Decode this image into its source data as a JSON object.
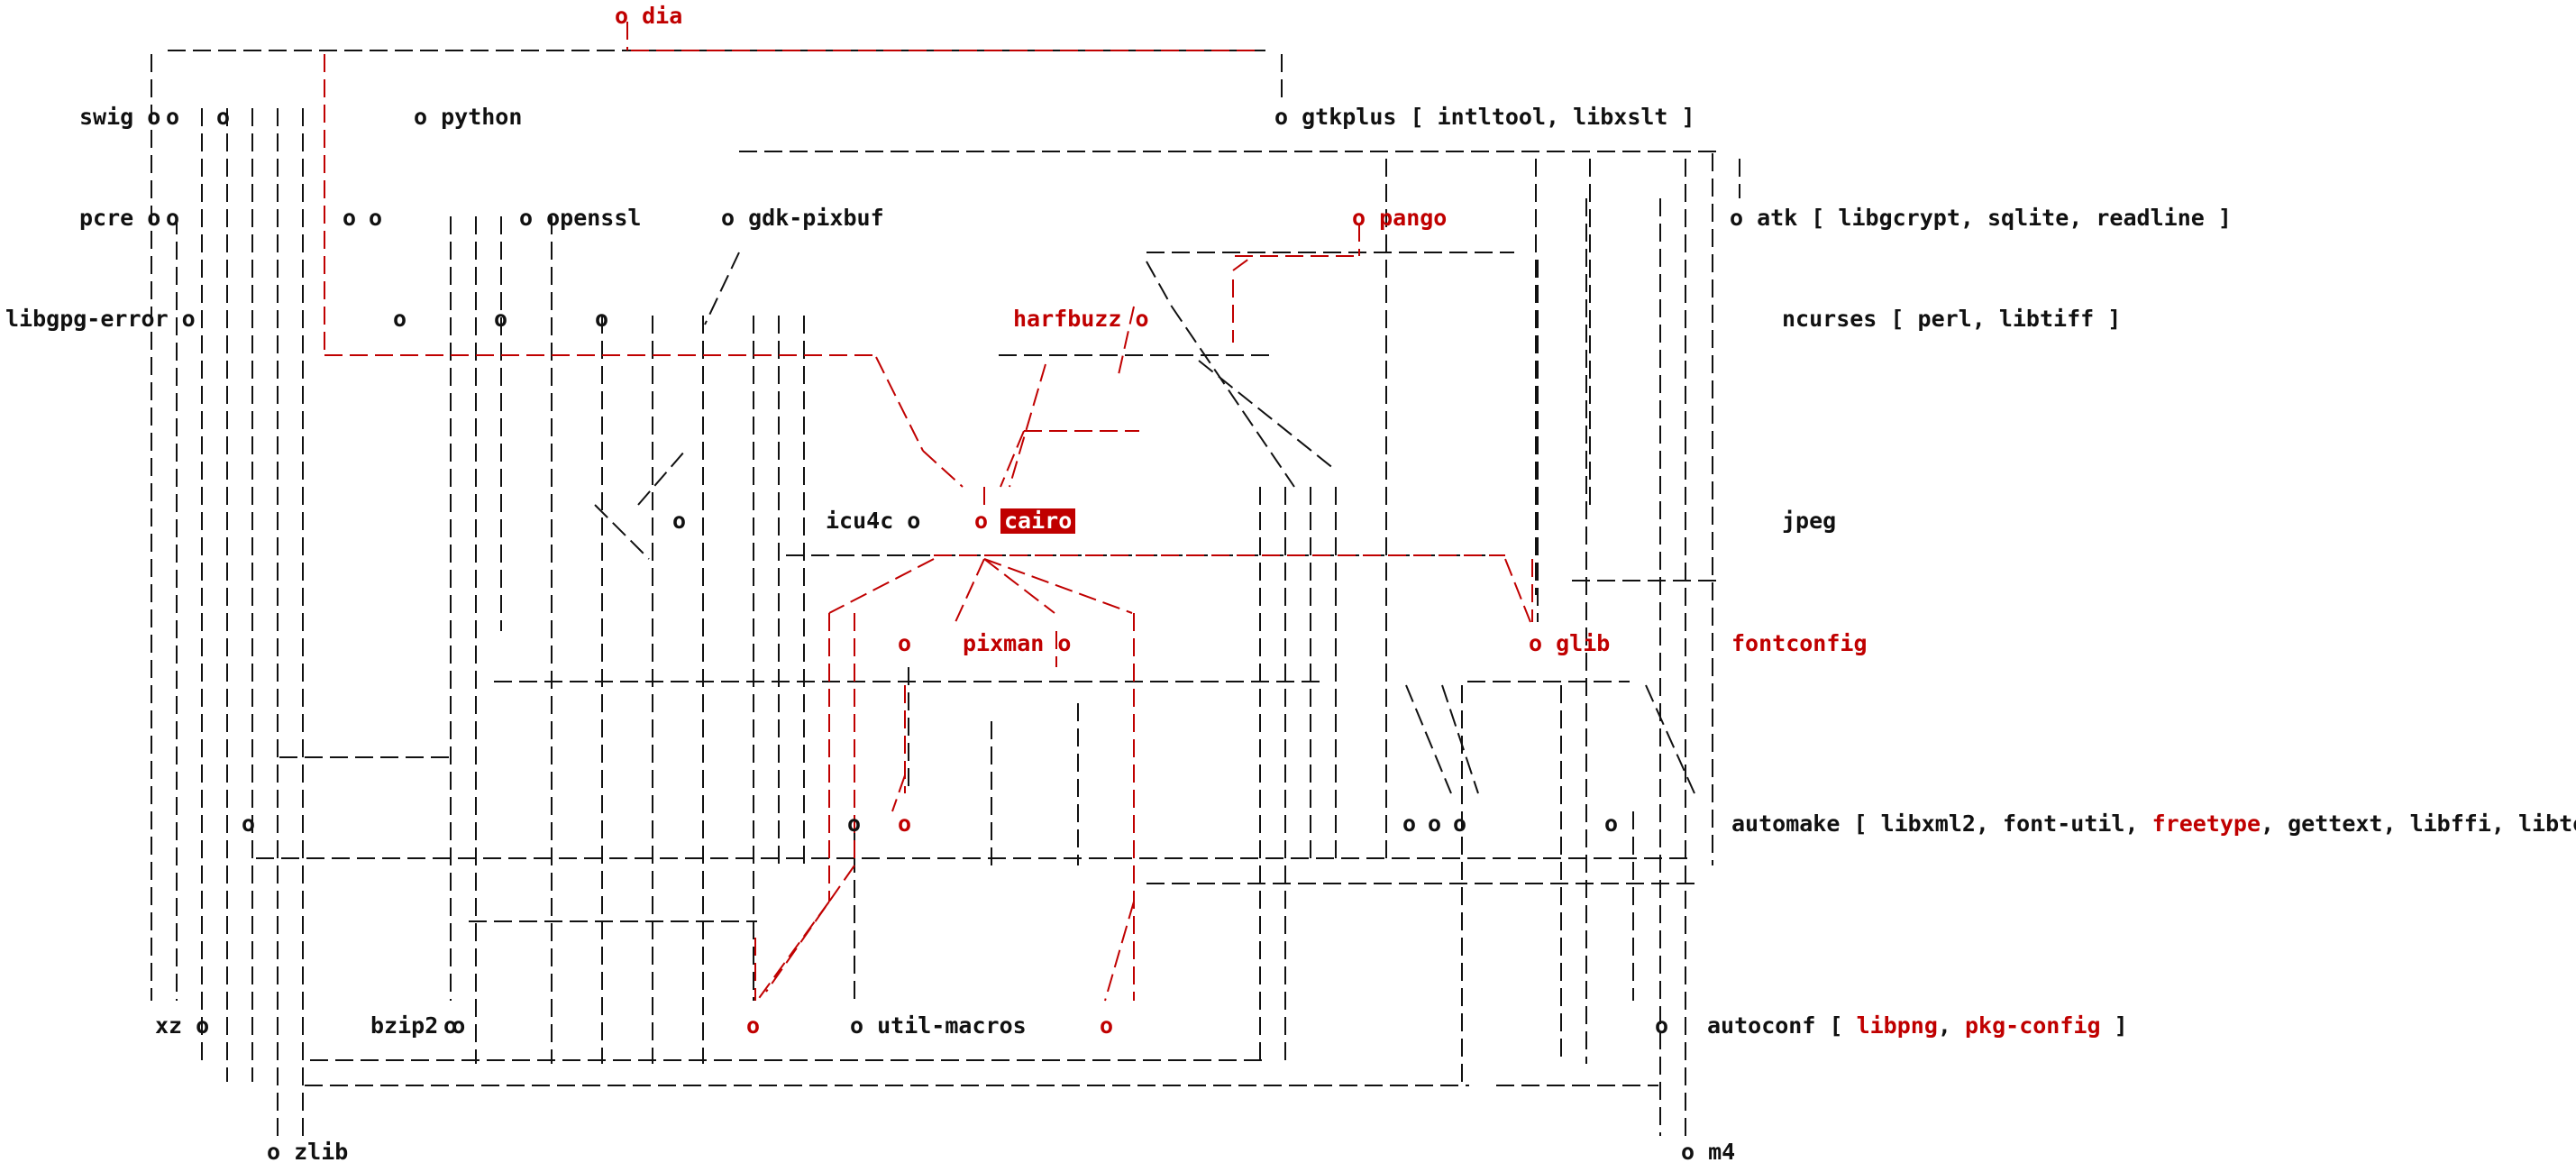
{
  "colors": {
    "normal": "#111111",
    "highlight": "#c00000",
    "selected_bg": "#c00000",
    "selected_fg": "#ffffff"
  },
  "nodes": [
    {
      "name": "dia",
      "text": "o dia",
      "hl": true
    },
    {
      "name": "swig",
      "text": "swig o"
    },
    {
      "name": "python",
      "text": "o python"
    },
    {
      "name": "gtkplus",
      "text": "o gtkplus [ intltool, libxslt ]"
    },
    {
      "name": "pcre",
      "text": "pcre o"
    },
    {
      "name": "openssl",
      "text": "o openssl"
    },
    {
      "name": "gdk-pixbuf",
      "text": "o gdk-pixbuf"
    },
    {
      "name": "pango",
      "text": "o pango",
      "hl": true
    },
    {
      "name": "atk",
      "text": "o atk [ libgcrypt, sqlite, readline ]"
    },
    {
      "name": "libgpg-error",
      "text": "libgpg-error o"
    },
    {
      "name": "harfbuzz",
      "text": "harfbuzz o",
      "hl": true
    },
    {
      "name": "ncurses",
      "text": "ncurses [ perl, libtiff ]"
    },
    {
      "name": "icu4c",
      "text": "icu4c o"
    },
    {
      "name": "cairo-bullet",
      "text": "o",
      "hl": true
    },
    {
      "name": "cairo",
      "text": "cairo",
      "sel": true
    },
    {
      "name": "jpeg",
      "text": "jpeg"
    },
    {
      "name": "pixman",
      "text": "pixman o",
      "hl": true
    },
    {
      "name": "glib",
      "text": "o glib",
      "hl": true
    },
    {
      "name": "fontconfig",
      "text": "fontconfig",
      "hl": true
    },
    {
      "name": "automake",
      "parts": [
        {
          "text": "automake [ libxml2, font-util, "
        },
        {
          "text": "freetype",
          "hl": true
        },
        {
          "text": ", gettext, libffi, libtool ]"
        }
      ]
    },
    {
      "name": "xz",
      "text": "xz o"
    },
    {
      "name": "bzip2",
      "text": "bzip2 o"
    },
    {
      "name": "util-macros",
      "text": "o util-macros"
    },
    {
      "name": "autoconf",
      "parts": [
        {
          "text": "autoconf [ "
        },
        {
          "text": "libpng",
          "hl": true
        },
        {
          "text": ", "
        },
        {
          "text": "pkg-config",
          "hl": true
        },
        {
          "text": " ]"
        }
      ]
    },
    {
      "name": "zlib",
      "text": "o zlib"
    },
    {
      "name": "m4",
      "text": "o m4"
    },
    {
      "name": "bullet-a",
      "text": "o"
    },
    {
      "name": "bullet-b",
      "text": "o"
    },
    {
      "name": "bullet-c",
      "text": "o"
    },
    {
      "name": "bullet-d",
      "text": "o"
    },
    {
      "name": "bullet-e",
      "text": "o"
    },
    {
      "name": "bullet-f",
      "text": "o"
    },
    {
      "name": "bullet-g",
      "text": "o"
    },
    {
      "name": "bullet-h",
      "text": "o"
    },
    {
      "name": "bullet-i",
      "text": "o"
    },
    {
      "name": "bullet-j",
      "text": "o"
    },
    {
      "name": "bullet-k",
      "text": "o"
    },
    {
      "name": "bullet-l",
      "text": "o",
      "hl": true
    },
    {
      "name": "bullet-m",
      "text": "o",
      "hl": true
    },
    {
      "name": "bullet-n",
      "text": "o"
    },
    {
      "name": "bullet-o",
      "text": "o"
    },
    {
      "name": "bullet-p",
      "text": "o"
    },
    {
      "name": "bullet-q",
      "text": "o"
    },
    {
      "name": "bullet-r",
      "text": "o"
    },
    {
      "name": "bullet-s",
      "text": "o",
      "hl": true
    },
    {
      "name": "bullet-t",
      "text": "o",
      "hl": true
    },
    {
      "name": "bullet-u",
      "text": "o"
    }
  ]
}
